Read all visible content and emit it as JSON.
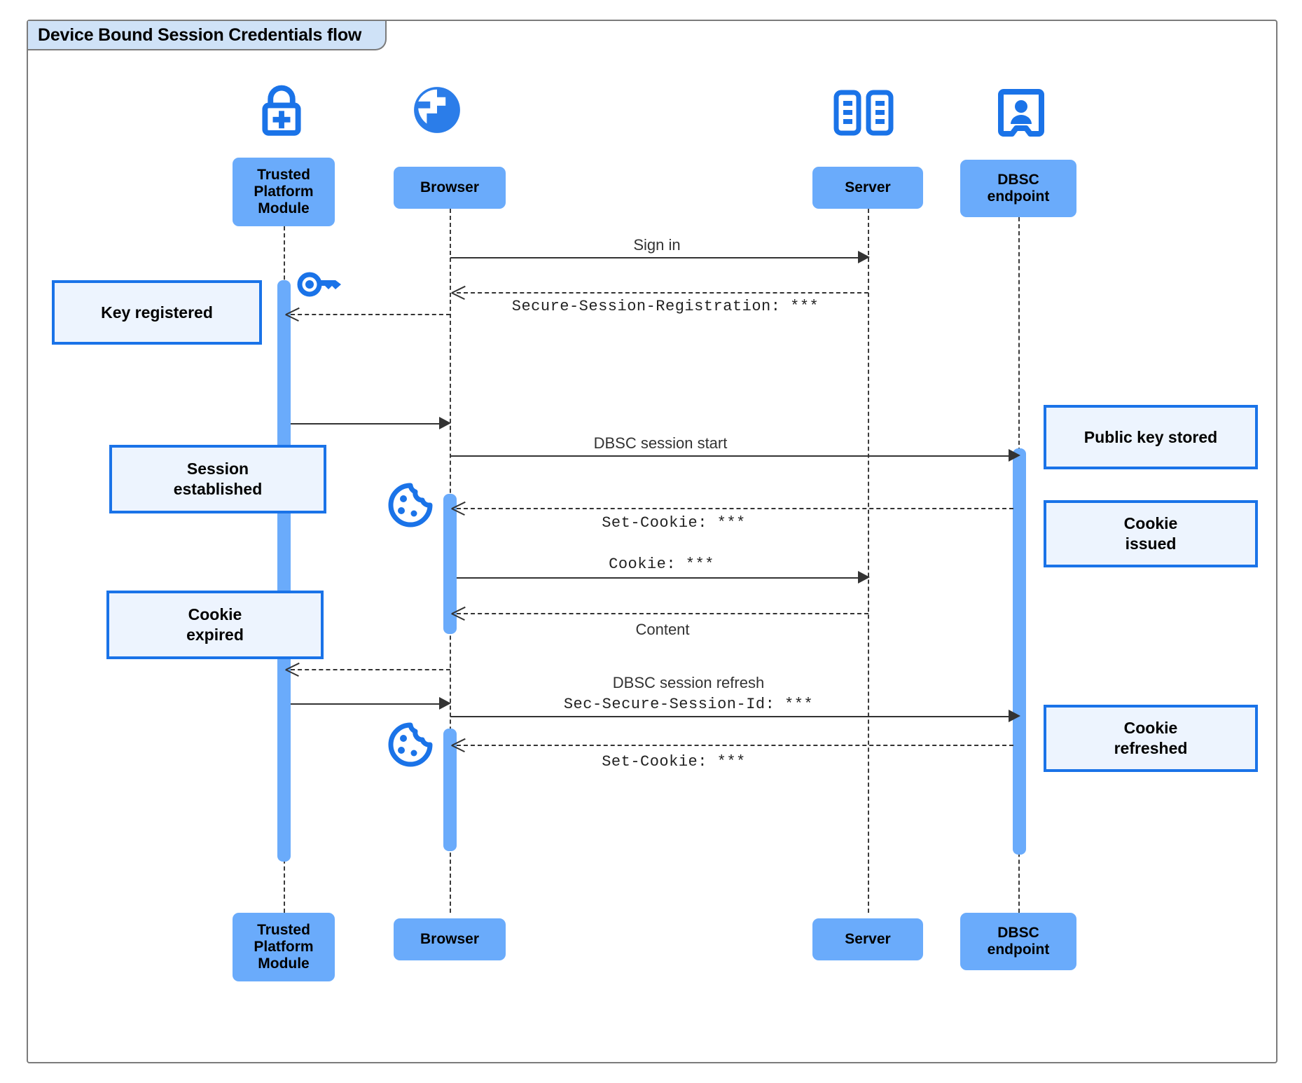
{
  "diagram": {
    "title": "Device Bound Session Credentials flow",
    "type": "uml-sequence-diagram",
    "colors": {
      "participant_fill": "#6aabfb",
      "note_fill": "#edf4fe",
      "note_border": "#1a73e8",
      "icon_blue": "#1a73e8",
      "frame_border": "#7b7b7b",
      "title_tab_fill": "#cfe2f7",
      "line": "#333333"
    }
  },
  "participants": [
    {
      "id": "tpm",
      "label": "Trusted\nPlatform\nModule",
      "icon": "lock-plus-icon"
    },
    {
      "id": "browser",
      "label": "Browser",
      "icon": "globe-icon"
    },
    {
      "id": "server",
      "label": "Server",
      "icon": "server-rack-icon"
    },
    {
      "id": "dbsc",
      "label": "DBSC\nendpoint",
      "icon": "id-badge-icon"
    }
  ],
  "participants_bottom": [
    {
      "id": "tpm",
      "label": "Trusted\nPlatform\nModule"
    },
    {
      "id": "browser",
      "label": "Browser"
    },
    {
      "id": "server",
      "label": "Server"
    },
    {
      "id": "dbsc",
      "label": "DBSC\nendpoint"
    }
  ],
  "messages": [
    {
      "id": "m1",
      "from": "browser",
      "to": "server",
      "label": "Sign in",
      "style": "solid",
      "mono": false
    },
    {
      "id": "m2",
      "from": "server",
      "to": "browser",
      "label": "Secure-Session-Registration: ***",
      "style": "dashed",
      "mono": true
    },
    {
      "id": "m3",
      "from": "browser",
      "to": "tpm",
      "label": "",
      "style": "dashed",
      "mono": false
    },
    {
      "id": "m4",
      "from": "tpm",
      "to": "browser",
      "label": "",
      "style": "solid",
      "mono": false
    },
    {
      "id": "m5",
      "from": "browser",
      "to": "dbsc",
      "label": "DBSC session start",
      "style": "solid",
      "mono": false
    },
    {
      "id": "m6",
      "from": "dbsc",
      "to": "browser",
      "label": "Set-Cookie: ***",
      "style": "dashed",
      "mono": true
    },
    {
      "id": "m7",
      "from": "browser",
      "to": "server",
      "label": "Cookie: ***",
      "style": "solid",
      "mono": true
    },
    {
      "id": "m8",
      "from": "server",
      "to": "browser",
      "label": "Content",
      "style": "dashed",
      "mono": false
    },
    {
      "id": "m9",
      "from": "browser",
      "to": "tpm",
      "label": "",
      "style": "dashed",
      "mono": false
    },
    {
      "id": "m10",
      "from": "tpm",
      "to": "browser",
      "label": "",
      "style": "solid",
      "mono": false
    },
    {
      "id": "m11",
      "from": "browser",
      "to": "dbsc",
      "label_line1": "DBSC session refresh",
      "label_line2": "Sec-Secure-Session-Id: ***",
      "style": "solid",
      "mono": false
    },
    {
      "id": "m12",
      "from": "dbsc",
      "to": "browser",
      "label": "Set-Cookie: ***",
      "style": "dashed",
      "mono": true
    }
  ],
  "notes_left": [
    {
      "id": "n1",
      "text": "Key registered"
    },
    {
      "id": "n2",
      "text": "Session\nestablished"
    },
    {
      "id": "n3",
      "text": "Cookie\nexpired"
    }
  ],
  "notes_right": [
    {
      "id": "n4",
      "text": "Public key stored"
    },
    {
      "id": "n5",
      "text": "Cookie\nissued"
    },
    {
      "id": "n6",
      "text": "Cookie\nrefreshed"
    }
  ],
  "inline_icons": [
    {
      "id": "key1",
      "name": "key-icon",
      "near": "tpm"
    },
    {
      "id": "cookie1",
      "name": "cookie-icon",
      "near": "browser"
    },
    {
      "id": "cookie2",
      "name": "cookie-icon",
      "near": "browser"
    }
  ]
}
